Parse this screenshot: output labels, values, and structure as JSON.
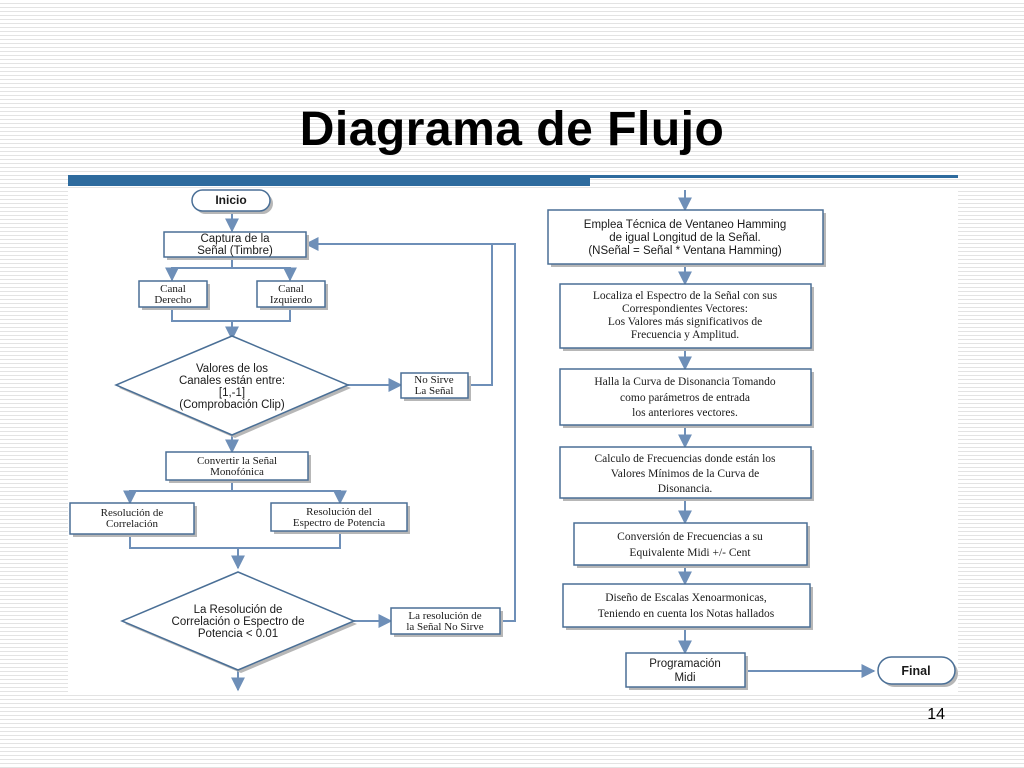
{
  "title": "Diagrama de Flujo",
  "page_number": "14",
  "colors": {
    "accent_bar": "#2e6b9e",
    "box_border": "#4a6f96",
    "arrow": "#6e8fb8",
    "box_shadow": "#b7b7b7"
  },
  "flow": {
    "start": "Inicio",
    "capture": [
      "Captura de la",
      "Señal (Timbre)"
    ],
    "channel_right": [
      "Canal",
      "Derecho"
    ],
    "channel_left": [
      "Canal",
      "Izquierdo"
    ],
    "decision_clip": [
      "Valores de los",
      "Canales están entre:",
      "[1,-1]",
      "(Comprobación Clip)"
    ],
    "no_sirve_signal": [
      "No Sirve",
      "La Señal"
    ],
    "convert_mono": [
      "Convertir la Señal",
      "Monofónica"
    ],
    "res_correlation": [
      "Resolución de",
      "Correlación"
    ],
    "res_power": [
      "Resolución del",
      "Espectro de Potencia"
    ],
    "decision_resolution": [
      "La Resolución de",
      "Correlación o Espectro de",
      "Potencia < 0.01"
    ],
    "res_no_sirve": [
      "La resolución de",
      "la Señal No Sirve"
    ],
    "hamming": [
      "Emplea Técnica de Ventaneo Hamming",
      "de igual Longitud de la Señal.",
      "(NSeñal = Señal * Ventana Hamming)"
    ],
    "spectrum": [
      "Localiza el Espectro de la Señal con sus",
      "Correspondientes Vectores:",
      "Los Valores más significativos de",
      "Frecuencia y Amplitud."
    ],
    "dissonance": [
      "Halla la Curva de Disonancia Tomando",
      "como parámetros  de entrada",
      "los anteriores vectores."
    ],
    "frequencies": [
      "Calculo de Frecuencias donde están los",
      "Valores Mínimos de la Curva de",
      "Disonancia."
    ],
    "conversion": [
      "Conversión de Frecuencias a su",
      "Equivalente Midi +/- Cent"
    ],
    "scales": [
      "Diseño de Escalas Xenoarmonicas,",
      "Teniendo en cuenta los Notas hallados"
    ],
    "programming": [
      "Programación",
      "Midi"
    ],
    "end": "Final"
  }
}
